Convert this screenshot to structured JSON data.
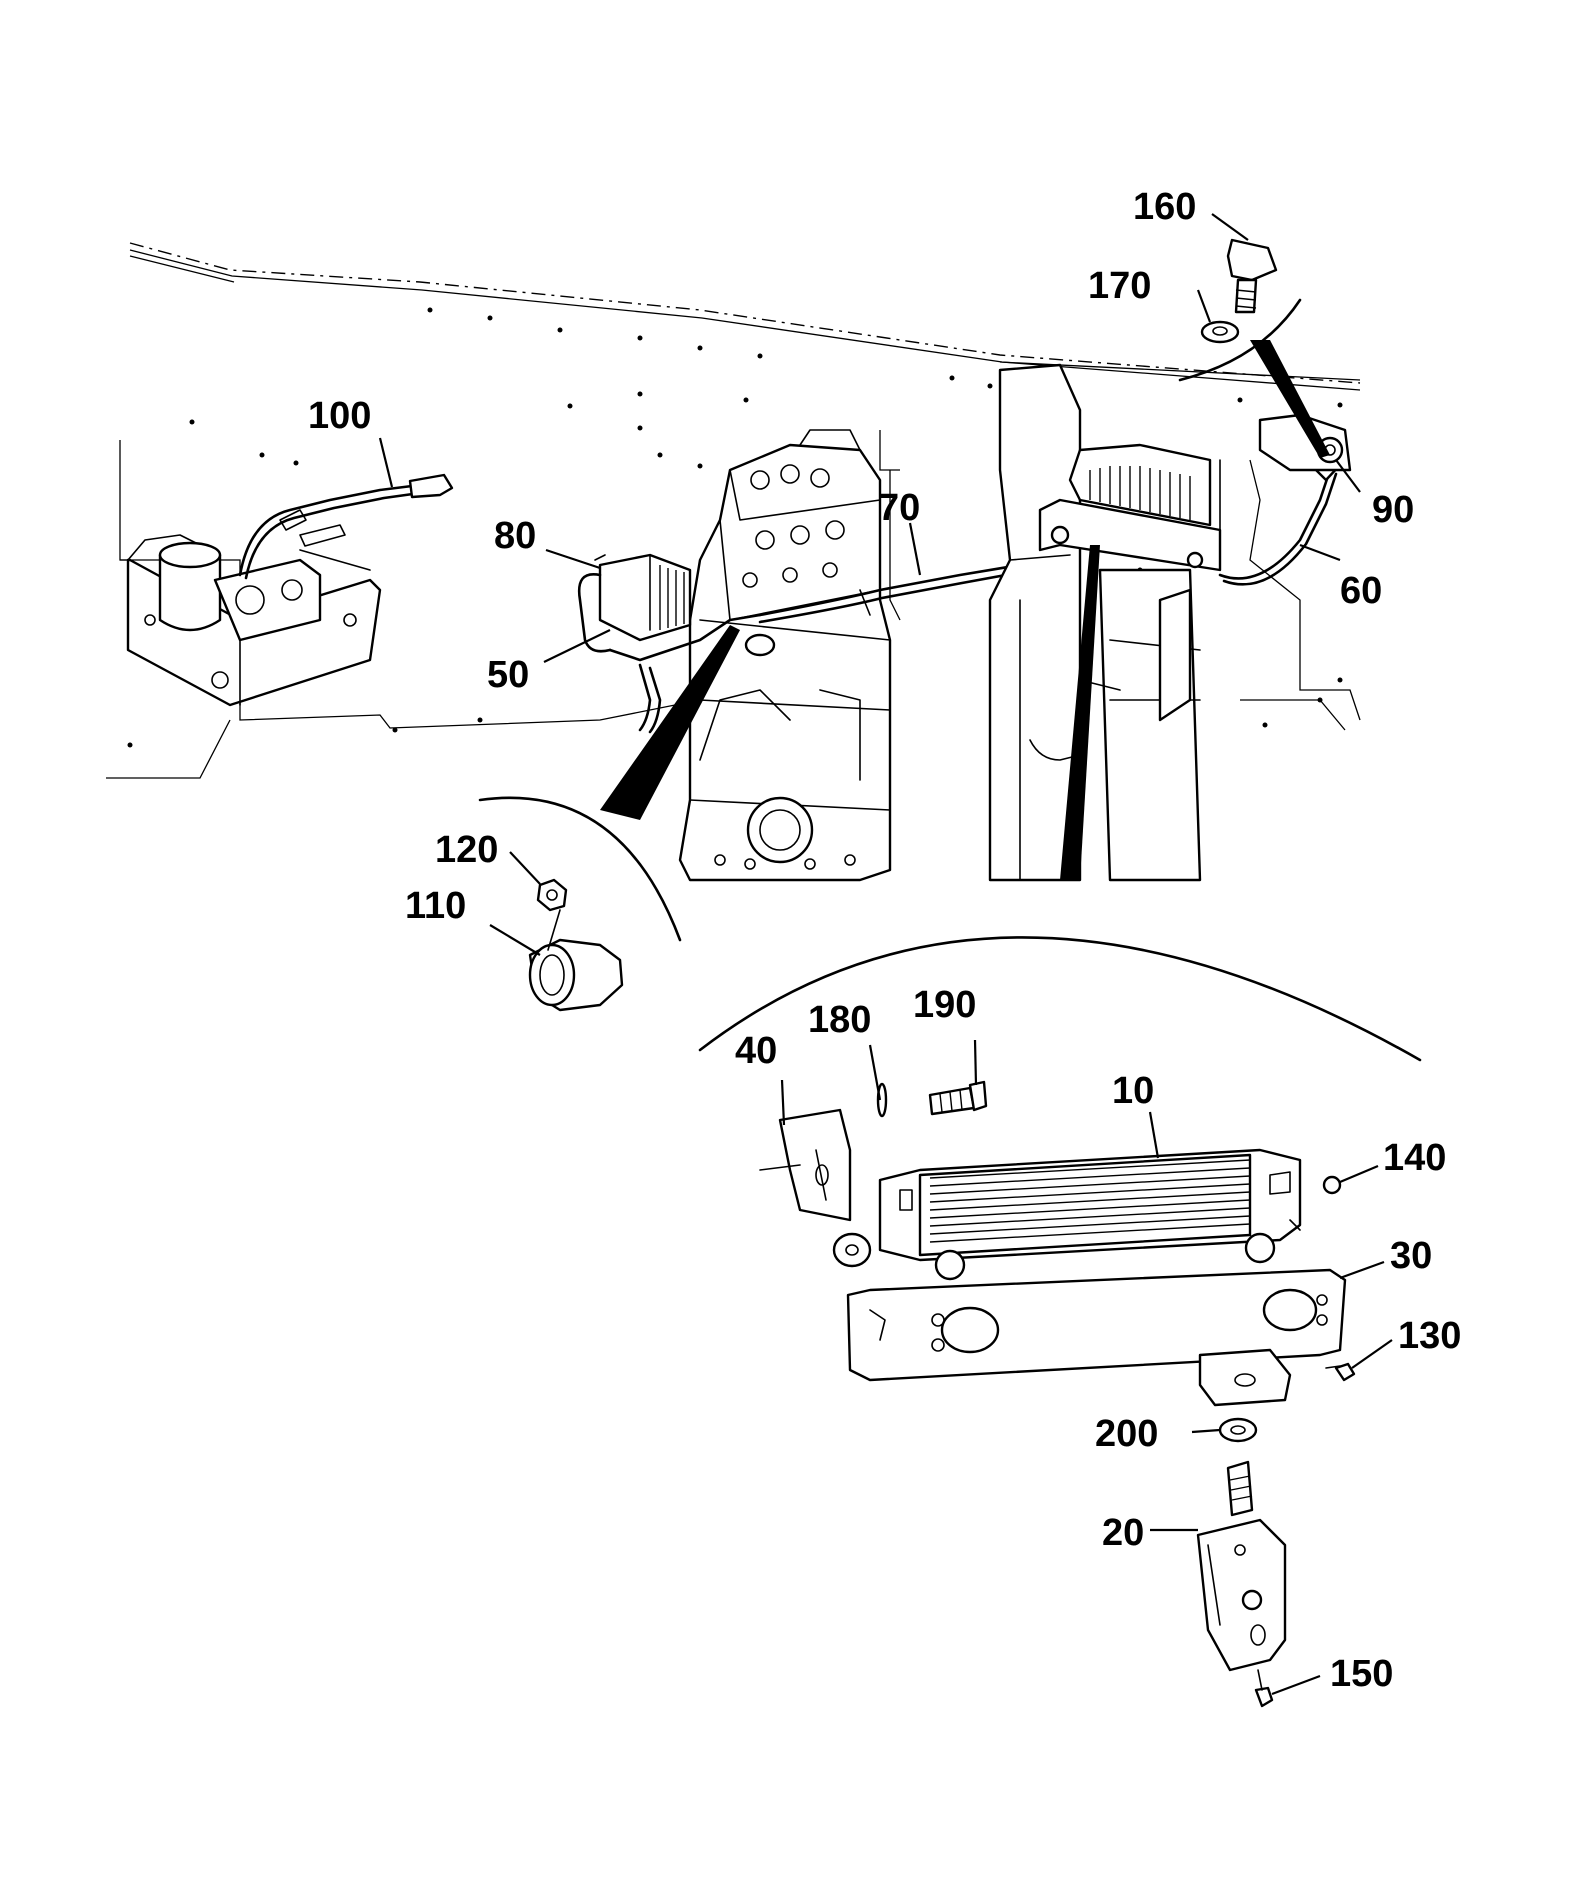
{
  "callouts": {
    "c160": "160",
    "c170": "170",
    "c100": "100",
    "c80": "80",
    "c70": "70",
    "c90": "90",
    "c60": "60",
    "c50": "50",
    "c120": "120",
    "c110": "110",
    "c180": "180",
    "c190": "190",
    "c40": "40",
    "c10": "10",
    "c140": "140",
    "c30": "30",
    "c130": "130",
    "c200": "200",
    "c20": "20",
    "c150": "150"
  }
}
